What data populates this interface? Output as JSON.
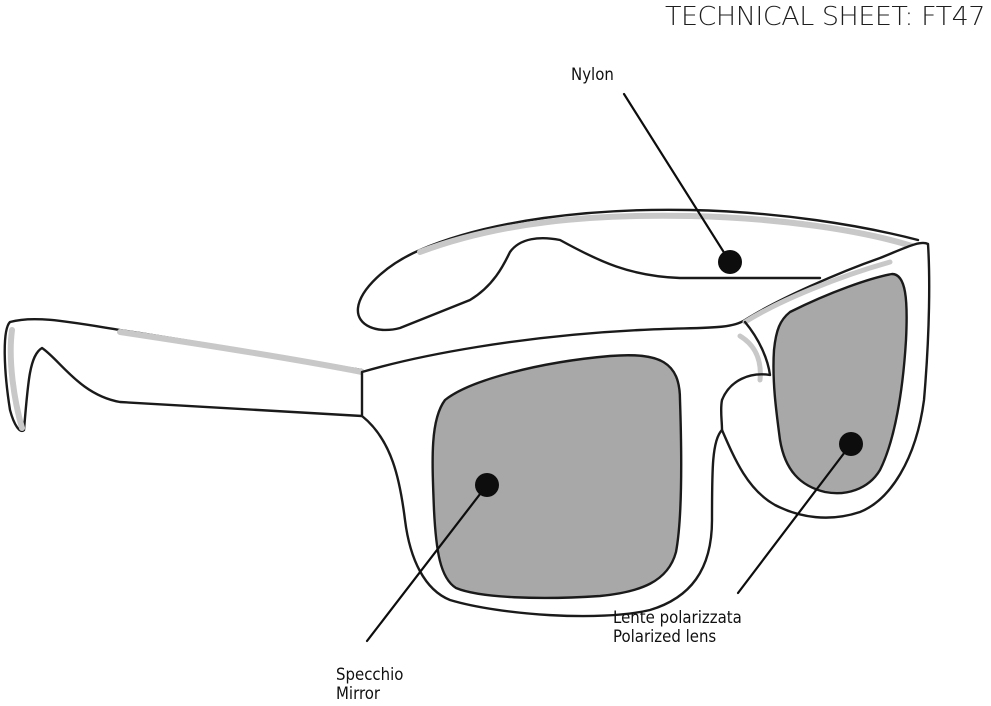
{
  "header": {
    "title": "TECHNICAL SHEET: FT47"
  },
  "callouts": {
    "nylon": {
      "label": "Nylon"
    },
    "polarized_lens": {
      "label_it": "Lente polarizzata",
      "label_en": "Polarized lens"
    },
    "mirror": {
      "label_it": "Specchio",
      "label_en": "Mirror"
    }
  },
  "colors": {
    "outline": "#1a1a1a",
    "frame_fill": "#ffffff",
    "frame_shadow": "#c8c8c8",
    "lens_fill": "#a8a8a8",
    "marker": "#0d0d0d"
  }
}
